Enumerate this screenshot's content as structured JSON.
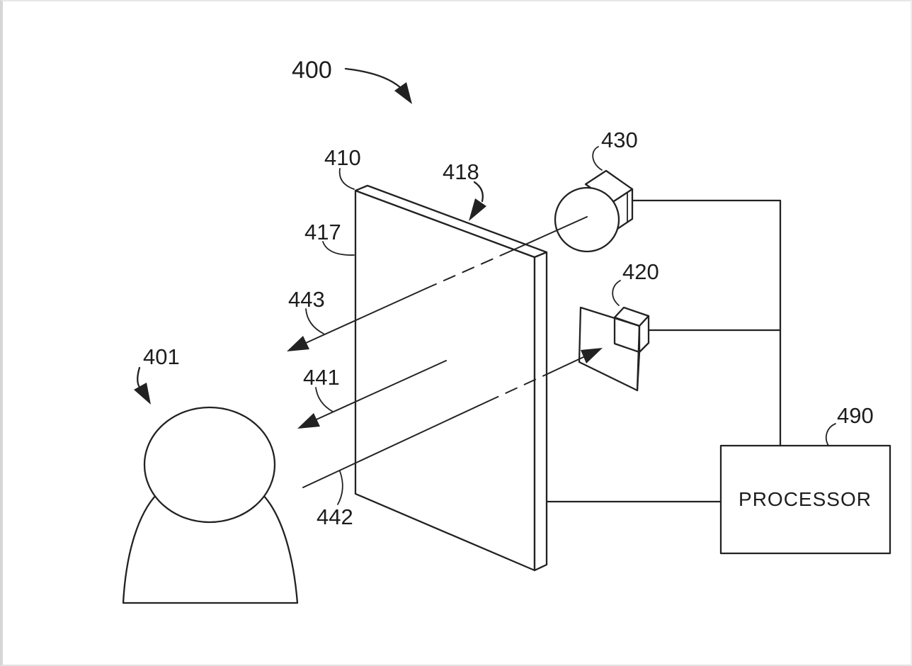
{
  "figure": {
    "background": "#ffffff",
    "ink_color": "#222222",
    "reference_labels": {
      "system": "400",
      "person": "401",
      "panel": "410",
      "panel_left_edge": "417",
      "panel_top_edge": "418",
      "projector": "420",
      "camera": "430",
      "ray_display_light": "441",
      "ray_to_projector": "442",
      "ray_from_camera": "443",
      "processor": "490"
    },
    "processor": {
      "label": "PROCESSOR"
    }
  }
}
